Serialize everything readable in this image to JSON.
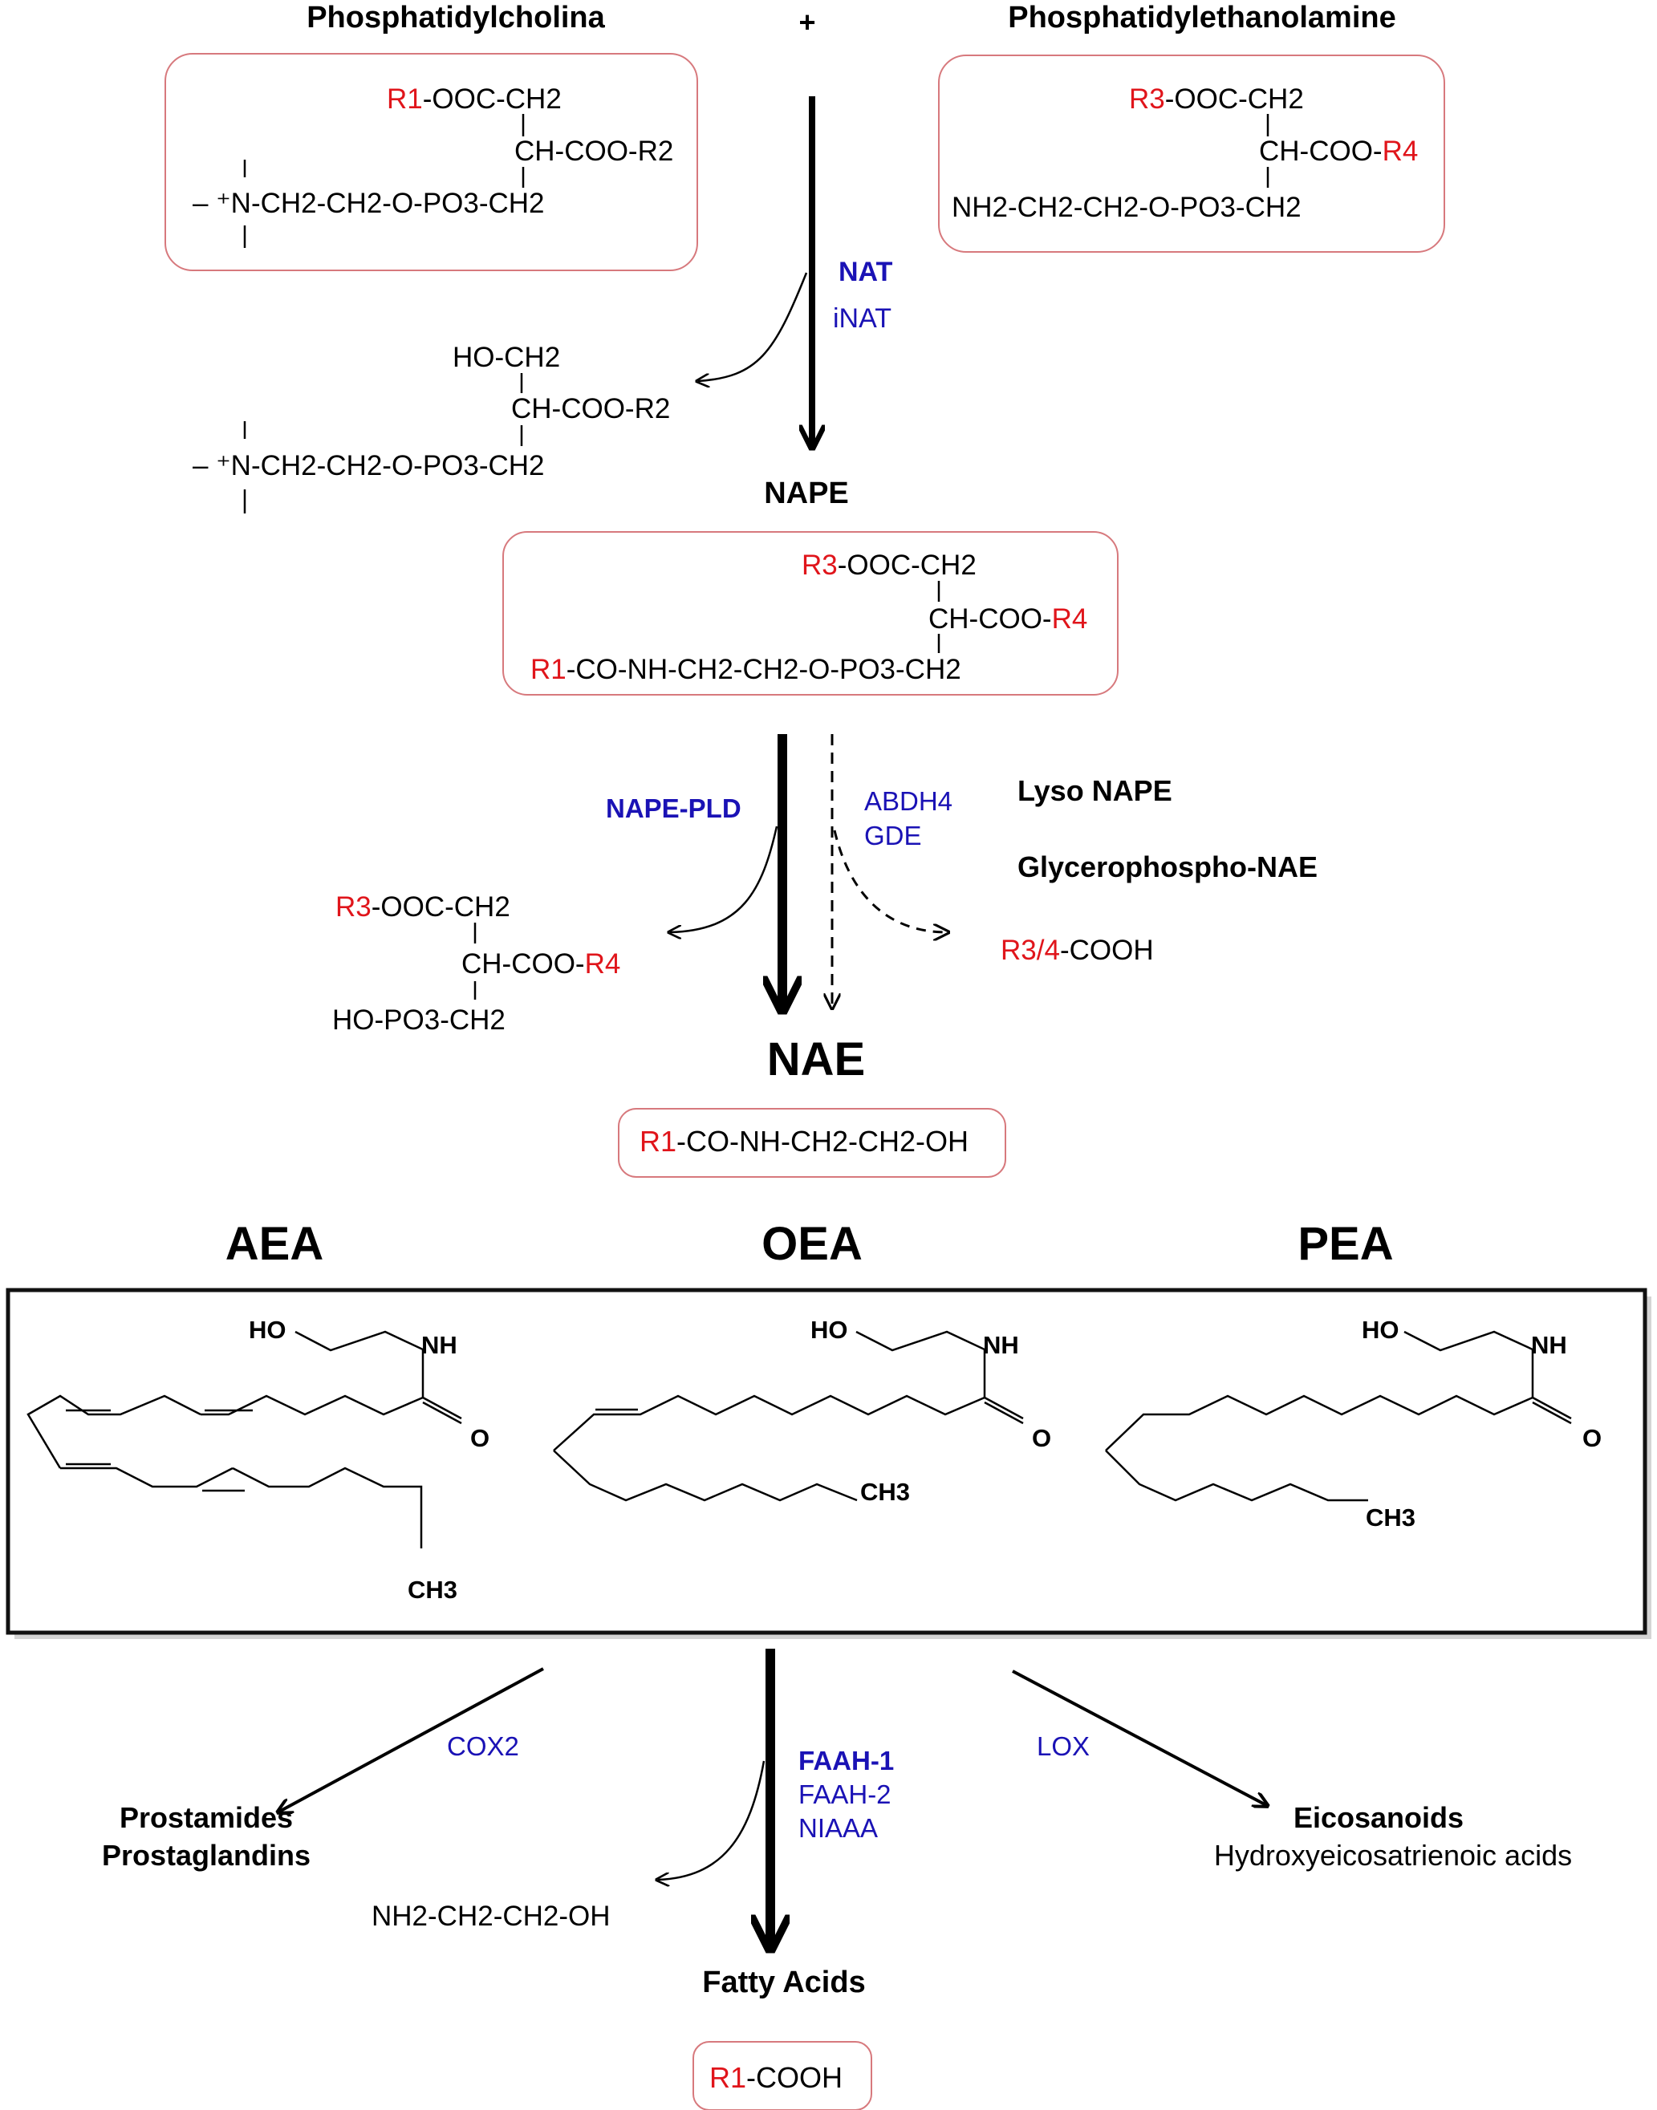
{
  "colors": {
    "red": "#e0151b",
    "blue": "#1a12b5",
    "black": "#000000",
    "box_border": "#d7797d",
    "big_box_border": "#111111"
  },
  "titles": {
    "pc": "Phosphatidylcholina",
    "plus": "+",
    "pe": "Phosphatidylethanolamine",
    "nape": "NAPE",
    "nae": "NAE",
    "aea": "AEA",
    "oea": "OEA",
    "pea": "PEA",
    "lyso_nape": "Lyso NAPE",
    "gp_nae": "Glycerophospho-NAE",
    "prostamides": "Prostamides",
    "prostaglandins": "Prostaglandins",
    "eicosanoids": "Eicosanoids",
    "hydroxy": "Hydroxyeicosatrienoic acids",
    "fatty_acids": "Fatty Acids"
  },
  "enzymes": {
    "nat": "NAT",
    "inat": "iNAT",
    "nape_pld": "NAPE-PLD",
    "abdh4": "ABDH4",
    "gde": "GDE",
    "cox2": "COX2",
    "lox": "LOX",
    "faah1": "FAAH-1",
    "faah2": "FAAH-2",
    "niaaa": "NIAAA"
  },
  "formulas": {
    "pc": {
      "r1": "R1",
      "l1": "-OOC-CH2",
      "l2": "CH-COO-R2",
      "l3": "–  ⁺N-CH2-CH2-O-PO3-CH2"
    },
    "pe": {
      "r3": "R3",
      "l1": "-OOC-CH2",
      "l2a": "CH-COO-",
      "r4": "R4",
      "l3": "NH2-CH2-CH2-O-PO3-CH2"
    },
    "lyso_pc": {
      "l1": "HO-CH2",
      "l2": "CH-COO-R2",
      "l3": "–  ⁺N-CH2-CH2-O-PO3-CH2"
    },
    "nape": {
      "r3": "R3",
      "l1": "-OOC-CH2",
      "l2a": "CH-COO-",
      "r4": "R4",
      "r1": "R1",
      "l3": "-CO-NH-CH2-CH2-O-PO3-CH2"
    },
    "pa": {
      "r3": "R3",
      "l1": "-OOC-CH2",
      "l2a": "CH-COO-",
      "r4": "R4",
      "l3": "HO-PO3-CH2"
    },
    "fa34": {
      "r34": "R3/4",
      "l1": "-COOH"
    },
    "nae": {
      "r1": "R1",
      "l1": "-CO-NH-CH2-CH2-OH"
    },
    "ethanolamine": {
      "l1": "NH2-CH2-CH2-OH"
    },
    "fa": {
      "r1": "R1",
      "l1": "-COOH"
    }
  },
  "atoms": {
    "ho": "HO",
    "nh": "NH",
    "o": "O",
    "ch3": "CH3"
  }
}
